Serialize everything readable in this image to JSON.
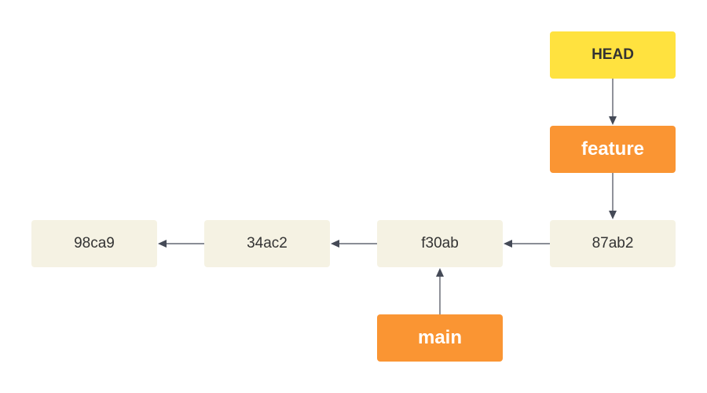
{
  "diagram": {
    "commits": [
      {
        "id": "98ca9",
        "label": "98ca9"
      },
      {
        "id": "34ac2",
        "label": "34ac2"
      },
      {
        "id": "f30ab",
        "label": "f30ab"
      },
      {
        "id": "87ab2",
        "label": "87ab2"
      }
    ],
    "branches": {
      "main": "main",
      "feature": "feature"
    },
    "head": "HEAD",
    "edges": [
      {
        "from": "34ac2",
        "to": "98ca9"
      },
      {
        "from": "f30ab",
        "to": "34ac2"
      },
      {
        "from": "87ab2",
        "to": "f30ab"
      },
      {
        "from": "main",
        "to": "f30ab"
      },
      {
        "from": "feature",
        "to": "87ab2"
      },
      {
        "from": "head",
        "to": "feature"
      }
    ],
    "colors": {
      "commit_fill": "#f5f2e3",
      "branch_fill": "#fa9533",
      "head_fill": "#ffe23f",
      "arrow": "#454a57"
    }
  }
}
